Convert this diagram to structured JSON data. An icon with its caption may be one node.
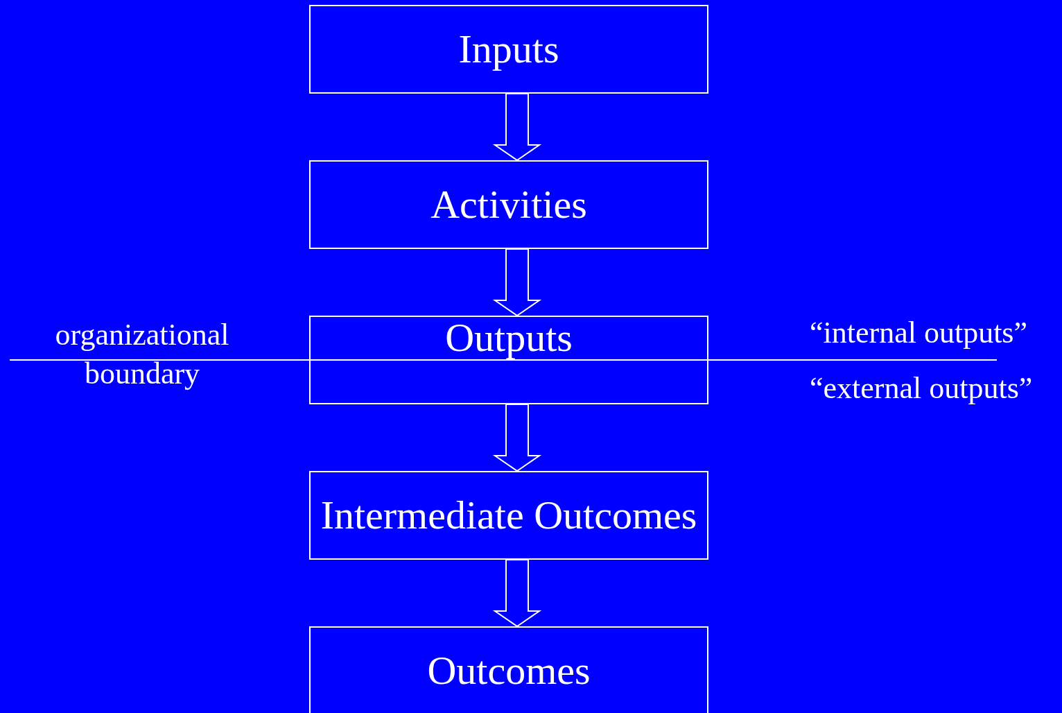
{
  "diagram": {
    "nodes": [
      {
        "text": [
          "Inputs"
        ]
      },
      {
        "text": [
          "Activities"
        ]
      },
      {
        "text": [
          "Outputs"
        ]
      },
      {
        "text": [
          "Intermediate Outcomes"
        ]
      },
      {
        "text": [
          "Outcomes"
        ]
      }
    ],
    "edges": [
      {
        "from": 0,
        "to": 1,
        "arrow": "to"
      },
      {
        "from": 1,
        "to": 2,
        "arrow": "to"
      },
      {
        "from": 2,
        "to": 3,
        "arrow": "to"
      },
      {
        "from": 3,
        "to": 4,
        "arrow": "to"
      }
    ],
    "labels": [
      "organizational boundary",
      "“internal outputs”",
      "“external outputs”"
    ]
  }
}
